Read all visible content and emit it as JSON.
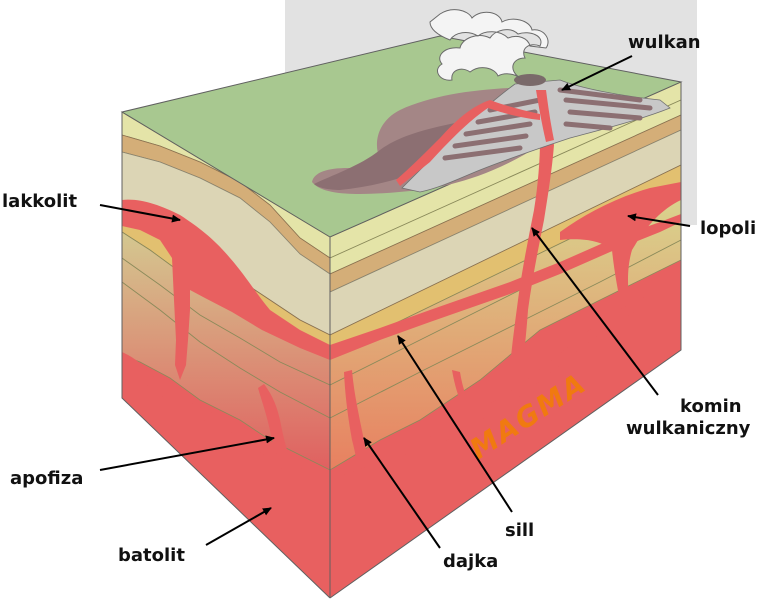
{
  "labels": {
    "wulkan": "wulkan",
    "lakkolit": "lakkolit",
    "lopoli": "lopoli",
    "komin_line1": "komin",
    "komin_line2": "wulkaniczny",
    "apofiza": "apofiza",
    "sill": "sill",
    "batolit": "batolit",
    "dajka": "dajka",
    "magma": "MAGMA"
  },
  "colors": {
    "magma": "#e86060",
    "surface": "#a8c890",
    "sky": "#e2e2e2",
    "layer_light": "#e4e4a8",
    "layer_tan": "#d4ae78",
    "layer_beige": "#dcd5b5",
    "layer_green": "#cdd48a",
    "lava": "#9c8080",
    "ash": "#c8c8c8",
    "arrow": "#000000"
  }
}
